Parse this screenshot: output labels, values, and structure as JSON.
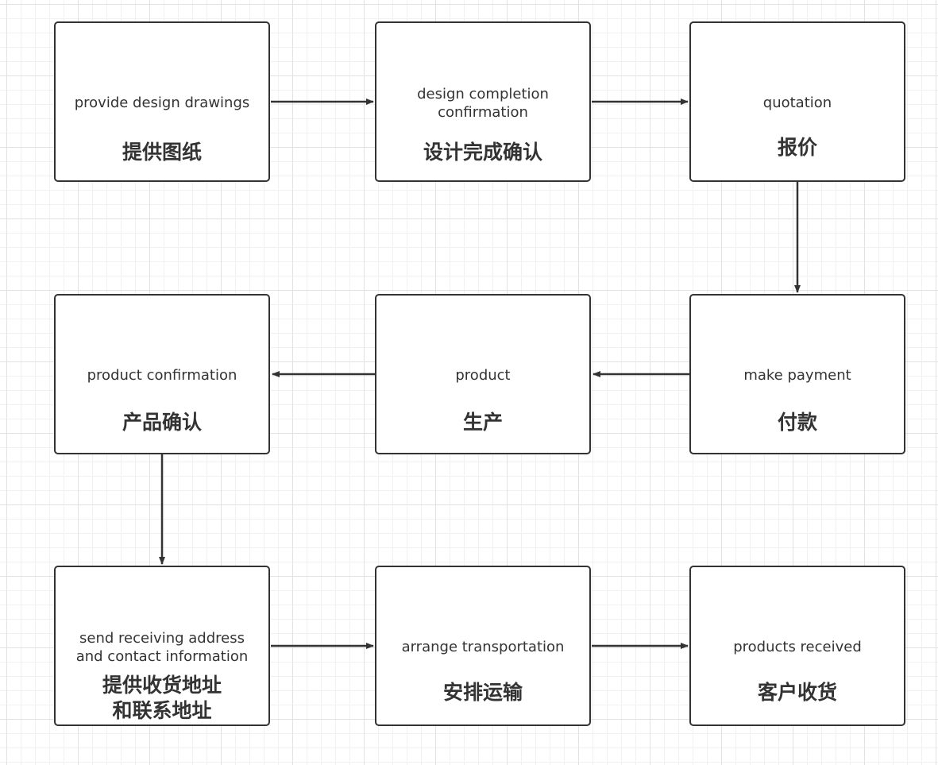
{
  "nodes": [
    {
      "id": "n1",
      "en": "provide design drawings",
      "zh": "提供图纸"
    },
    {
      "id": "n2",
      "en": "design completion\nconfirmation",
      "zh": "设计完成确认"
    },
    {
      "id": "n3",
      "en": "quotation",
      "zh": "报价"
    },
    {
      "id": "n4",
      "en": "product confirmation",
      "zh": "产品确认"
    },
    {
      "id": "n5",
      "en": "product",
      "zh": "生产"
    },
    {
      "id": "n6",
      "en": "make payment",
      "zh": "付款"
    },
    {
      "id": "n7",
      "en": "send receiving address\nand contact information",
      "zh": "提供收货地址\n和联系地址"
    },
    {
      "id": "n8",
      "en": "arrange transportation",
      "zh": "安排运输"
    },
    {
      "id": "n9",
      "en": "products received",
      "zh": "客户收货"
    }
  ],
  "edges": [
    {
      "from": "n1",
      "to": "n2"
    },
    {
      "from": "n2",
      "to": "n3"
    },
    {
      "from": "n3",
      "to": "n6"
    },
    {
      "from": "n6",
      "to": "n5"
    },
    {
      "from": "n5",
      "to": "n4"
    },
    {
      "from": "n4",
      "to": "n7"
    },
    {
      "from": "n7",
      "to": "n8"
    },
    {
      "from": "n8",
      "to": "n9"
    }
  ],
  "colors": {
    "stroke": "#333333",
    "background": "#ffffff",
    "grid": "#e2e2e2"
  }
}
